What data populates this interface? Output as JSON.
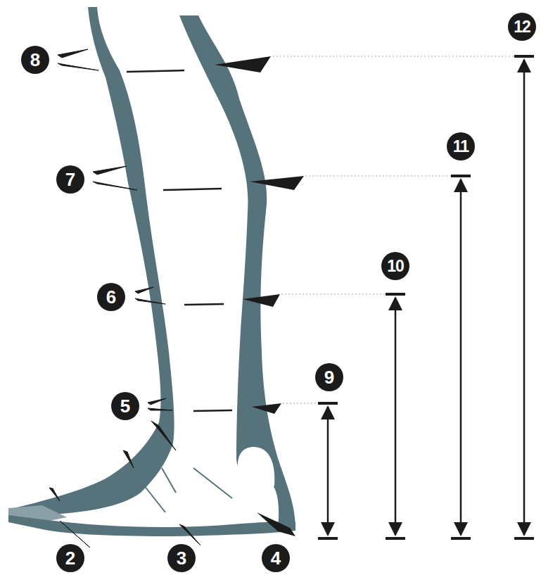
{
  "diagram": {
    "labels": [
      "12",
      "8",
      "11",
      "7",
      "10",
      "6",
      "9",
      "5",
      "2",
      "3",
      "4"
    ]
  }
}
